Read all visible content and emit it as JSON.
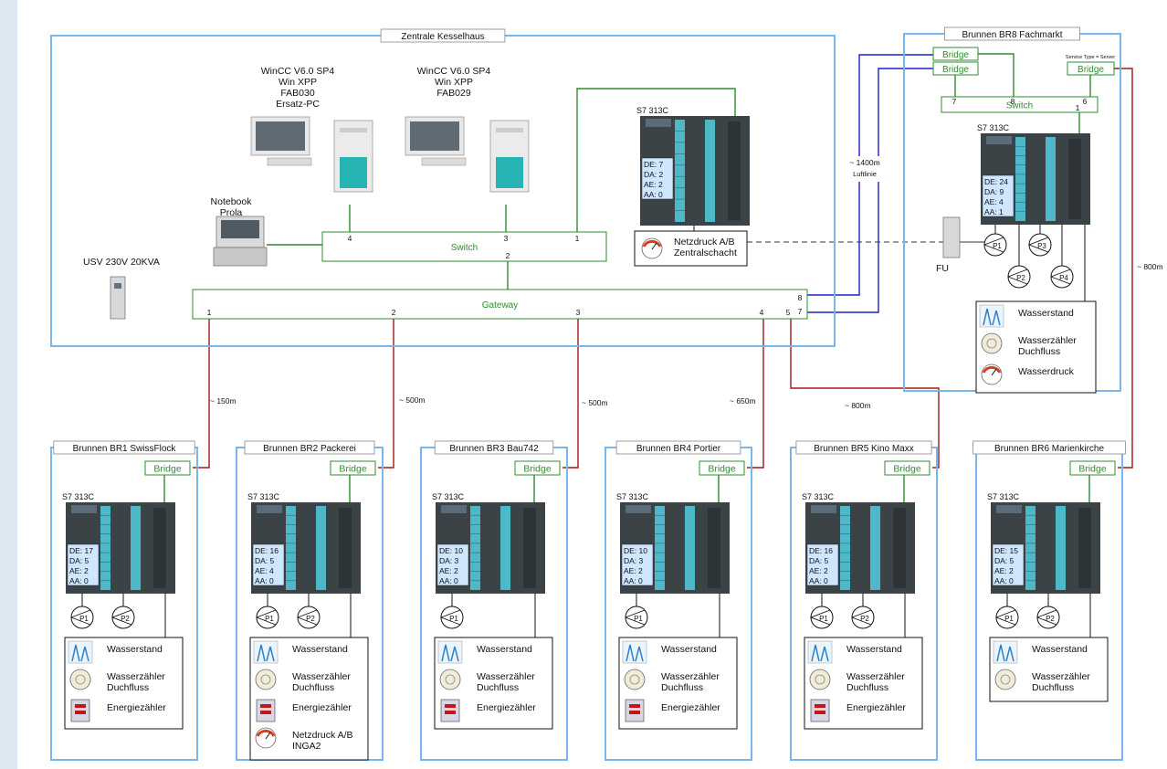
{
  "central": {
    "title": "Zentrale Kesselhaus",
    "pc1": {
      "lines": [
        "WinCC V6.0 SP4",
        "Win XPP",
        "FAB030",
        "Ersatz-PC"
      ]
    },
    "pc2": {
      "lines": [
        "WinCC V6.0 SP4",
        "Win XPP",
        "FAB029"
      ]
    },
    "notebook": {
      "lines": [
        "Notebook",
        "Prola"
      ]
    },
    "usv": "USV 230V 20KVA",
    "switch": {
      "label": "Switch",
      "ports": [
        "4",
        "3",
        "1",
        "2"
      ]
    },
    "gateway": {
      "label": "Gateway",
      "ports": [
        "1",
        "2",
        "3",
        "4",
        "5",
        "7",
        "8"
      ]
    },
    "plc": {
      "model": "S7 313C",
      "io": [
        "DE:  7",
        "DA:  2",
        "AE:  2",
        "AA:  0"
      ]
    },
    "pressure": {
      "lines": [
        "Netzdruck A/B",
        "Zentralschacht"
      ]
    }
  },
  "br8": {
    "title": "Brunnen BR8 Fachmarkt",
    "bridges": [
      "Bridge",
      "Bridge",
      "Bridge"
    ],
    "service_note": "Service Type = Server",
    "switch": {
      "label": "Switch",
      "ports": [
        "7",
        "8",
        "6",
        "1"
      ]
    },
    "plc": {
      "model": "S7 313C",
      "io": [
        "DE: 24",
        "DA:  9",
        "AE:  4",
        "AA:  1"
      ]
    },
    "pumps": [
      "P1",
      "P2",
      "P3",
      "P4"
    ],
    "fu": "FU",
    "sensors": [
      [
        "Wasserstand"
      ],
      [
        "Wasserzähler",
        "Duchfluss"
      ],
      [
        "Wasserdruck"
      ]
    ]
  },
  "links": {
    "luftlinie": [
      "~ 1400m",
      "Luftlinie"
    ],
    "br1": "~ 150m",
    "br2": "~ 500m",
    "br3": "~ 500m",
    "br4": "~ 650m",
    "br5": "~ 800m",
    "br6": "~ 800m"
  },
  "wells": [
    {
      "title": "Brunnen BR1 SwissFlock",
      "bridge": "Bridge",
      "plc": "S7 313C",
      "io": [
        "DE: 17",
        "DA:  5",
        "AE:  2",
        "AA:  0"
      ],
      "pumps": [
        "P1",
        "P2"
      ],
      "sensors": [
        [
          "Wasserstand"
        ],
        [
          "Wasserzähler",
          "Duchfluss"
        ],
        [
          "Energiezähler"
        ]
      ]
    },
    {
      "title": "Brunnen BR2 Packerei",
      "bridge": "Bridge",
      "plc": "S7 313C",
      "io": [
        "DE: 16",
        "DA:  5",
        "AE:  4",
        "AA:  0"
      ],
      "pumps": [
        "P1",
        "P2"
      ],
      "sensors": [
        [
          "Wasserstand"
        ],
        [
          "Wasserzähler",
          "Duchfluss"
        ],
        [
          "Energiezähler"
        ],
        [
          "Netzdruck A/B",
          "INGA2"
        ]
      ]
    },
    {
      "title": "Brunnen BR3 Bau742",
      "bridge": "Bridge",
      "plc": "S7 313C",
      "io": [
        "DE: 10",
        "DA:  3",
        "AE:  2",
        "AA:  0"
      ],
      "pumps": [
        "P1"
      ],
      "sensors": [
        [
          "Wasserstand"
        ],
        [
          "Wasserzähler",
          "Duchfluss"
        ],
        [
          "Energiezähler"
        ]
      ]
    },
    {
      "title": "Brunnen BR4 Portier",
      "bridge": "Bridge",
      "plc": "S7 313C",
      "io": [
        "DE: 10",
        "DA:  3",
        "AE:  2",
        "AA:  0"
      ],
      "pumps": [
        "P1"
      ],
      "sensors": [
        [
          "Wasserstand"
        ],
        [
          "Wasserzähler",
          "Duchfluss"
        ],
        [
          "Energiezähler"
        ]
      ]
    },
    {
      "title": "Brunnen BR5 Kino Maxx",
      "bridge": "Bridge",
      "plc": "S7 313C",
      "io": [
        "DE: 16",
        "DA:  5",
        "AE:  2",
        "AA:  0"
      ],
      "pumps": [
        "P1",
        "P2"
      ],
      "sensors": [
        [
          "Wasserstand"
        ],
        [
          "Wasserzähler",
          "Duchfluss"
        ],
        [
          "Energiezähler"
        ]
      ]
    },
    {
      "title": "Brunnen BR6 Marienkirche",
      "bridge": "Bridge",
      "plc": "S7 313C",
      "io": [
        "DE: 15",
        "DA:  5",
        "AE:  2",
        "AA:  0"
      ],
      "pumps": [
        "P1",
        "P2"
      ],
      "sensors": [
        [
          "Wasserstand"
        ],
        [
          "Wasserzähler",
          "Duchfluss"
        ]
      ]
    }
  ],
  "colors": {
    "frame": "#79b6ec",
    "ethernet": "#2e8b2e",
    "fiber": "#1f1fc8",
    "radio": "#a01818",
    "plc_body": "#3c4347",
    "plc_slot": "#4fb8c8",
    "io_panel": "#cfe6ff",
    "background": "#dde8f3"
  }
}
